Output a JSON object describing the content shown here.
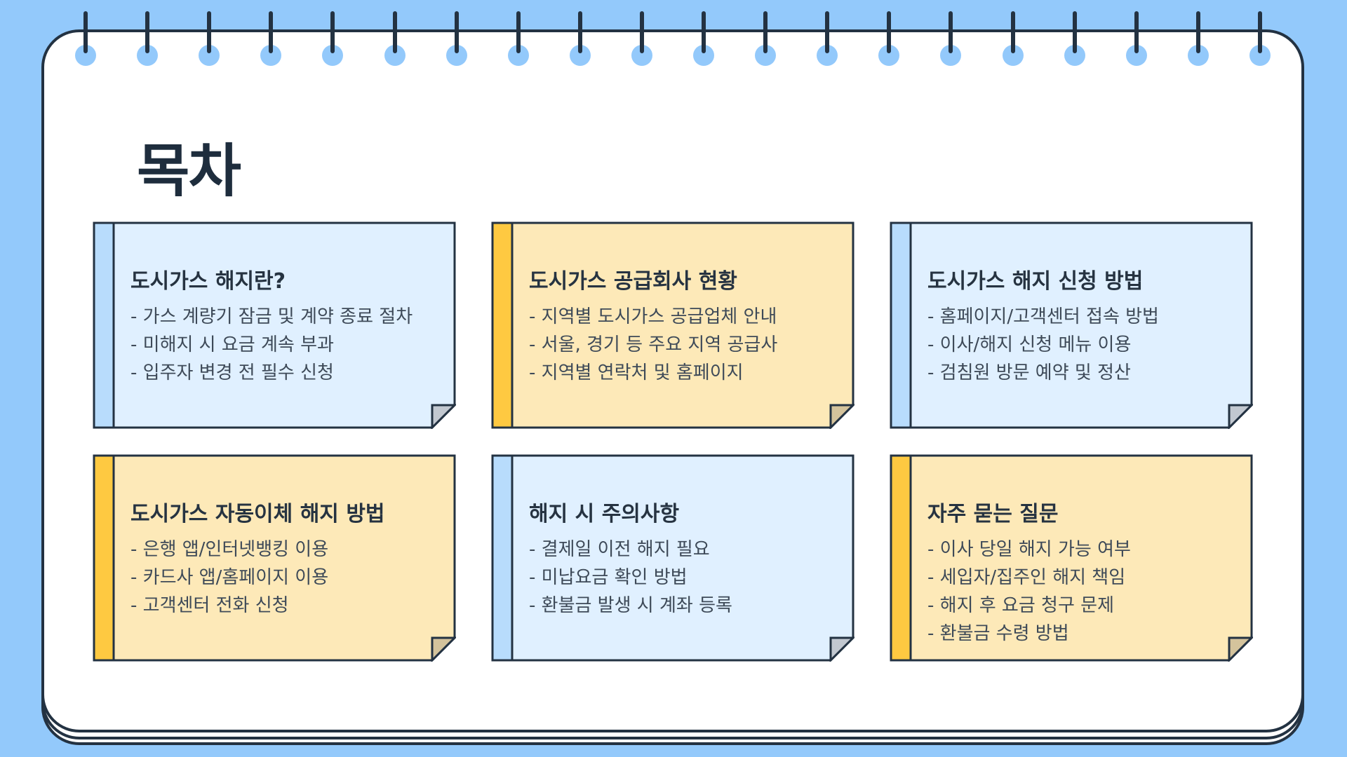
{
  "slide": {
    "title": "목차",
    "colors": {
      "background": "#93c9fb",
      "dark_outline": "#233242",
      "blue_note": "#e0f0ff",
      "blue_stripe": "#b8dcfc",
      "yellow_note": "#fde9b8",
      "yellow_stripe": "#fec941"
    },
    "spiral_ring_count": 20
  },
  "cards": [
    {
      "color": "blue",
      "title": "도시가스 해지란?",
      "items": [
        "- 가스 계량기 잠금 및 계약 종료 절차",
        "- 미해지 시 요금 계속 부과",
        "- 입주자 변경 전 필수 신청"
      ]
    },
    {
      "color": "yellow",
      "title": "도시가스 공급회사 현황",
      "items": [
        "- 지역별 도시가스 공급업체 안내",
        "- 서울, 경기 등 주요 지역 공급사",
        "- 지역별 연락처 및 홈페이지"
      ]
    },
    {
      "color": "blue",
      "title": "도시가스 해지 신청 방법",
      "items": [
        "- 홈페이지/고객센터 접속 방법",
        "- 이사/해지 신청 메뉴 이용",
        "- 검침원 방문 예약 및 정산"
      ]
    },
    {
      "color": "yellow",
      "title": "도시가스 자동이체 해지 방법",
      "items": [
        "- 은행 앱/인터넷뱅킹 이용",
        "- 카드사 앱/홈페이지 이용",
        "- 고객센터 전화 신청"
      ]
    },
    {
      "color": "blue",
      "title": "해지 시 주의사항",
      "items": [
        "- 결제일 이전 해지 필요",
        "- 미납요금 확인 방법",
        "- 환불금 발생 시 계좌 등록"
      ]
    },
    {
      "color": "yellow",
      "title": "자주 묻는 질문",
      "items": [
        "- 이사 당일 해지 가능 여부",
        "- 세입자/집주인 해지 책임",
        "- 해지 후 요금 청구 문제",
        "- 환불금 수령 방법"
      ]
    }
  ]
}
